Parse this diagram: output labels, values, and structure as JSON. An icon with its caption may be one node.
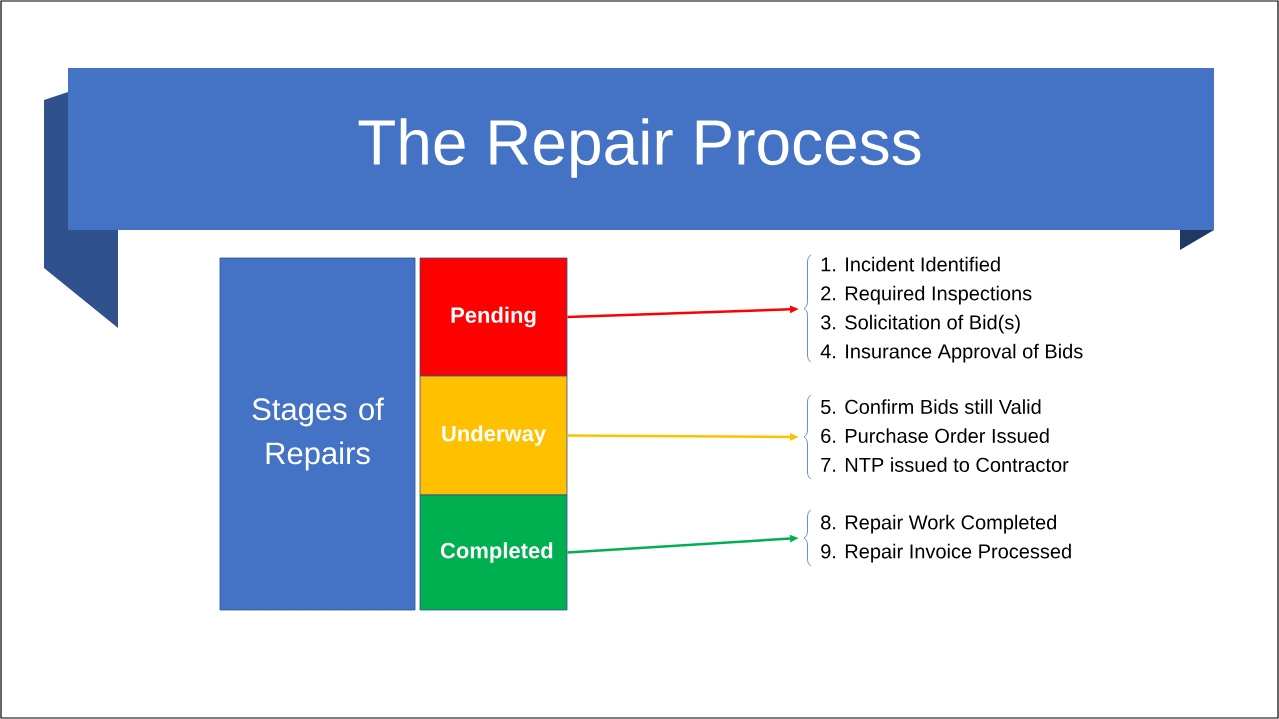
{
  "diagram": {
    "title": "The Repair Process",
    "nodes": [
      {
        "text": [
          "Stages of Repairs"
        ]
      },
      {
        "text": [
          "Pending"
        ]
      },
      {
        "text": [
          "Underway"
        ]
      },
      {
        "text": [
          "Completed"
        ]
      },
      {
        "text": [
          "1. Incident Identified",
          "2. Required Inspections",
          "3. Solicitation of Bid(s)",
          "4. Insurance Approval of Bids"
        ]
      },
      {
        "text": [
          "5. Confirm Bids still Valid",
          "6. Purchase Order Issued",
          "7. NTP issued to Contractor"
        ]
      },
      {
        "text": [
          "8. Repair Work Completed",
          "9. Repair Invoice Processed"
        ]
      }
    ],
    "edges": [
      {
        "from": 1,
        "to": 4,
        "arrow": "to",
        "color": "#ff0000"
      },
      {
        "from": 2,
        "to": 5,
        "arrow": "to",
        "color": "#ffc000"
      },
      {
        "from": 3,
        "to": 6,
        "arrow": "to",
        "color": "#00b050"
      }
    ]
  }
}
